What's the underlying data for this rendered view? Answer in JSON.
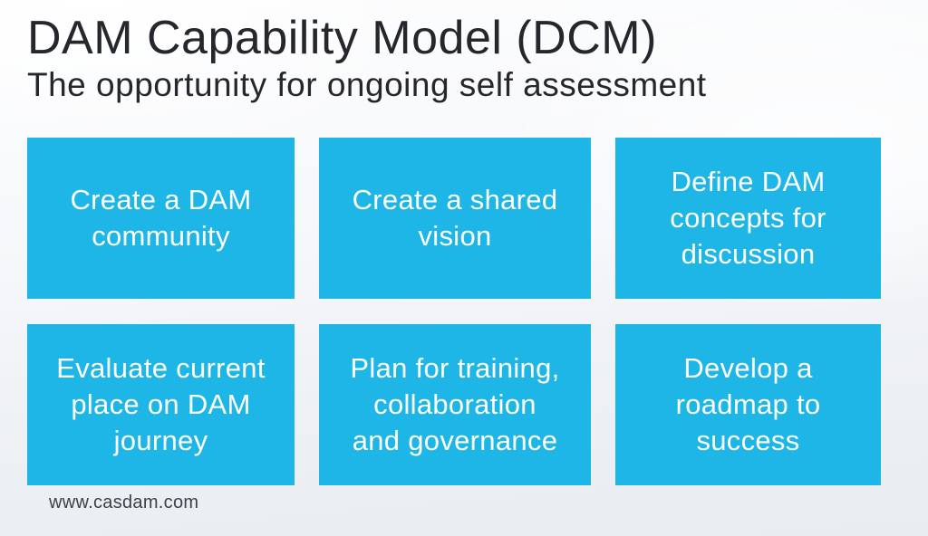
{
  "slide": {
    "title": "DAM Capability Model (DCM)",
    "subtitle": "The opportunity for ongoing self assessment",
    "footer_url": "www.casdam.com",
    "cards": [
      {
        "label": "Create a DAM\ncommunity"
      },
      {
        "label": "Create a shared\nvision"
      },
      {
        "label": "Define DAM\nconcepts for\ndiscussion"
      },
      {
        "label": "Evaluate current\nplace on DAM\njourney"
      },
      {
        "label": "Plan for training,\ncollaboration\nand governance"
      },
      {
        "label": "Develop a\nroadmap to\nsuccess"
      }
    ],
    "colors": {
      "card_background": "#1eb6e6",
      "card_text": "#ffffff",
      "title_text": "#26272c",
      "footer_text": "#3d4248"
    }
  }
}
